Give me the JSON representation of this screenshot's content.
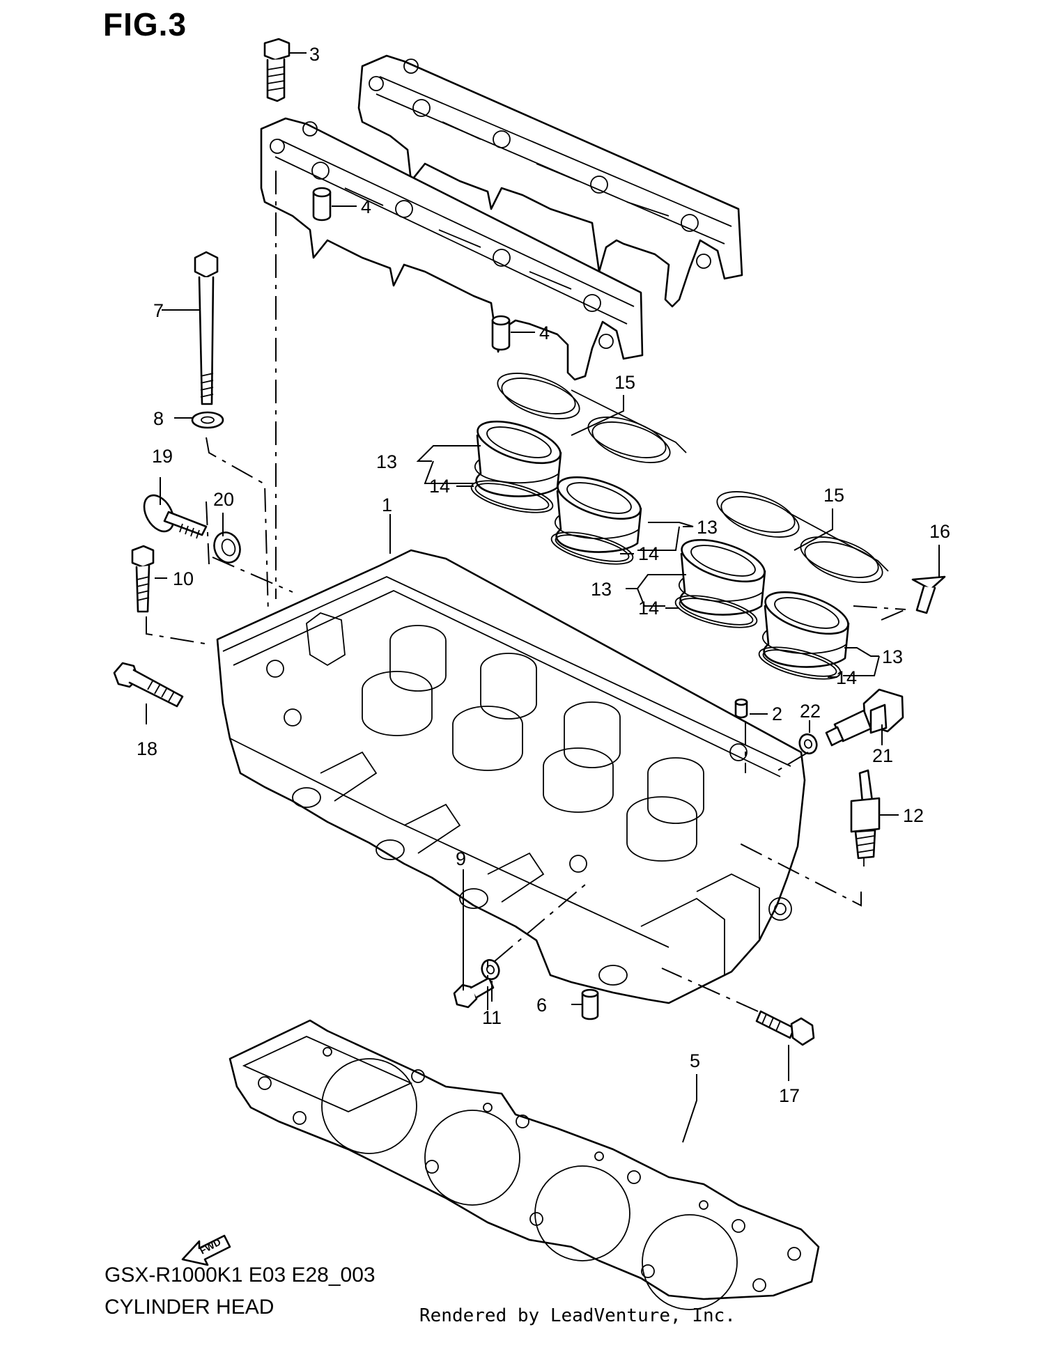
{
  "figure_title": "FIG.3",
  "callouts": [
    "1",
    "2",
    "3",
    "4",
    "4",
    "5",
    "6",
    "7",
    "8",
    "9",
    "10",
    "11",
    "12",
    "13",
    "13",
    "13",
    "13",
    "14",
    "14",
    "14",
    "14",
    "15",
    "15",
    "16",
    "17",
    "18",
    "19",
    "20",
    "21",
    "22"
  ],
  "fwd_label": "FWD",
  "footer": {
    "model_code": "GSX-R1000K1 E03 E28_003",
    "section_name": "CYLINDER HEAD",
    "rendered_by": "Rendered by LeadVenture, Inc."
  }
}
